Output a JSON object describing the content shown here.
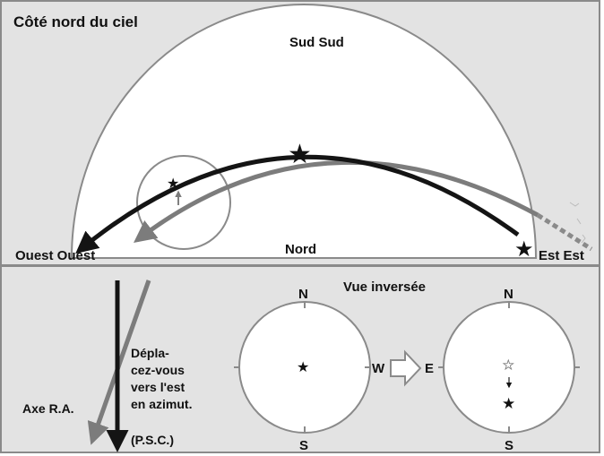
{
  "diagram": {
    "top_panel": {
      "title": "Côté nord du ciel",
      "label_south": "Sud Sud",
      "label_north": "Nord",
      "label_west": "Ouest Ouest",
      "label_east": "Est Est"
    },
    "bottom_panel": {
      "view_title": "Vue inversée",
      "instruction": [
        "Dépla-",
        "cez-vous",
        "vers l'est",
        "en azimut."
      ],
      "axis_label": "Axe R.A.",
      "psc_label": "(P.S.C.)",
      "left_dial": {
        "n": "N",
        "s": "S",
        "w": "W"
      },
      "right_dial": {
        "n": "N",
        "s": "S",
        "e": "E"
      }
    },
    "colors": {
      "background": "#e3e3e3",
      "border": "#8a8a8a",
      "dark_path": "#141414",
      "gray_path": "#7c7c7c",
      "dome_fill": "#ffffff"
    },
    "icons": [
      "star-icon",
      "hollow-star-icon",
      "arrow-right-icon",
      "arrow-down-icon"
    ]
  }
}
